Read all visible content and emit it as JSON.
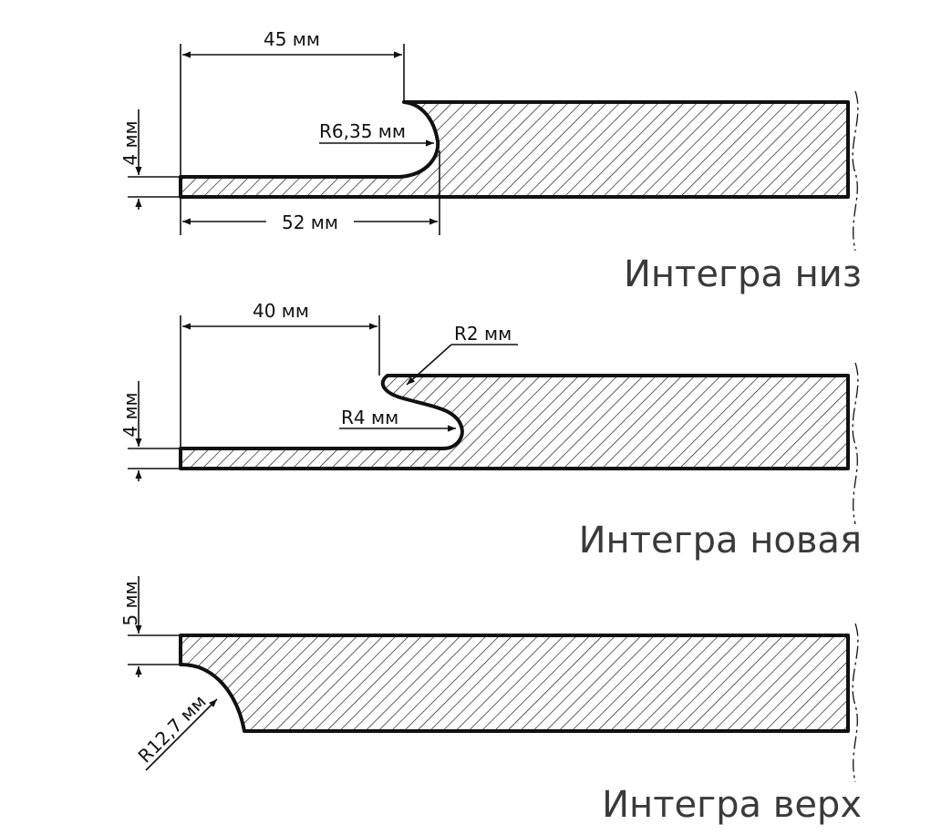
{
  "profiles": [
    {
      "name": "Интегра низ",
      "dims": {
        "top_width": "45 мм",
        "radius": "R6,35 мм",
        "bottom_width": "52 мм",
        "thickness": "4 мм"
      }
    },
    {
      "name": "Интегра новая",
      "dims": {
        "top_width": "40 мм",
        "small_radius": "R2 мм",
        "radius": "R4 мм",
        "thickness": "4 мм"
      }
    },
    {
      "name": "Интегра верх",
      "dims": {
        "thickness": "5 мм",
        "radius": "R12,7 мм"
      }
    }
  ]
}
